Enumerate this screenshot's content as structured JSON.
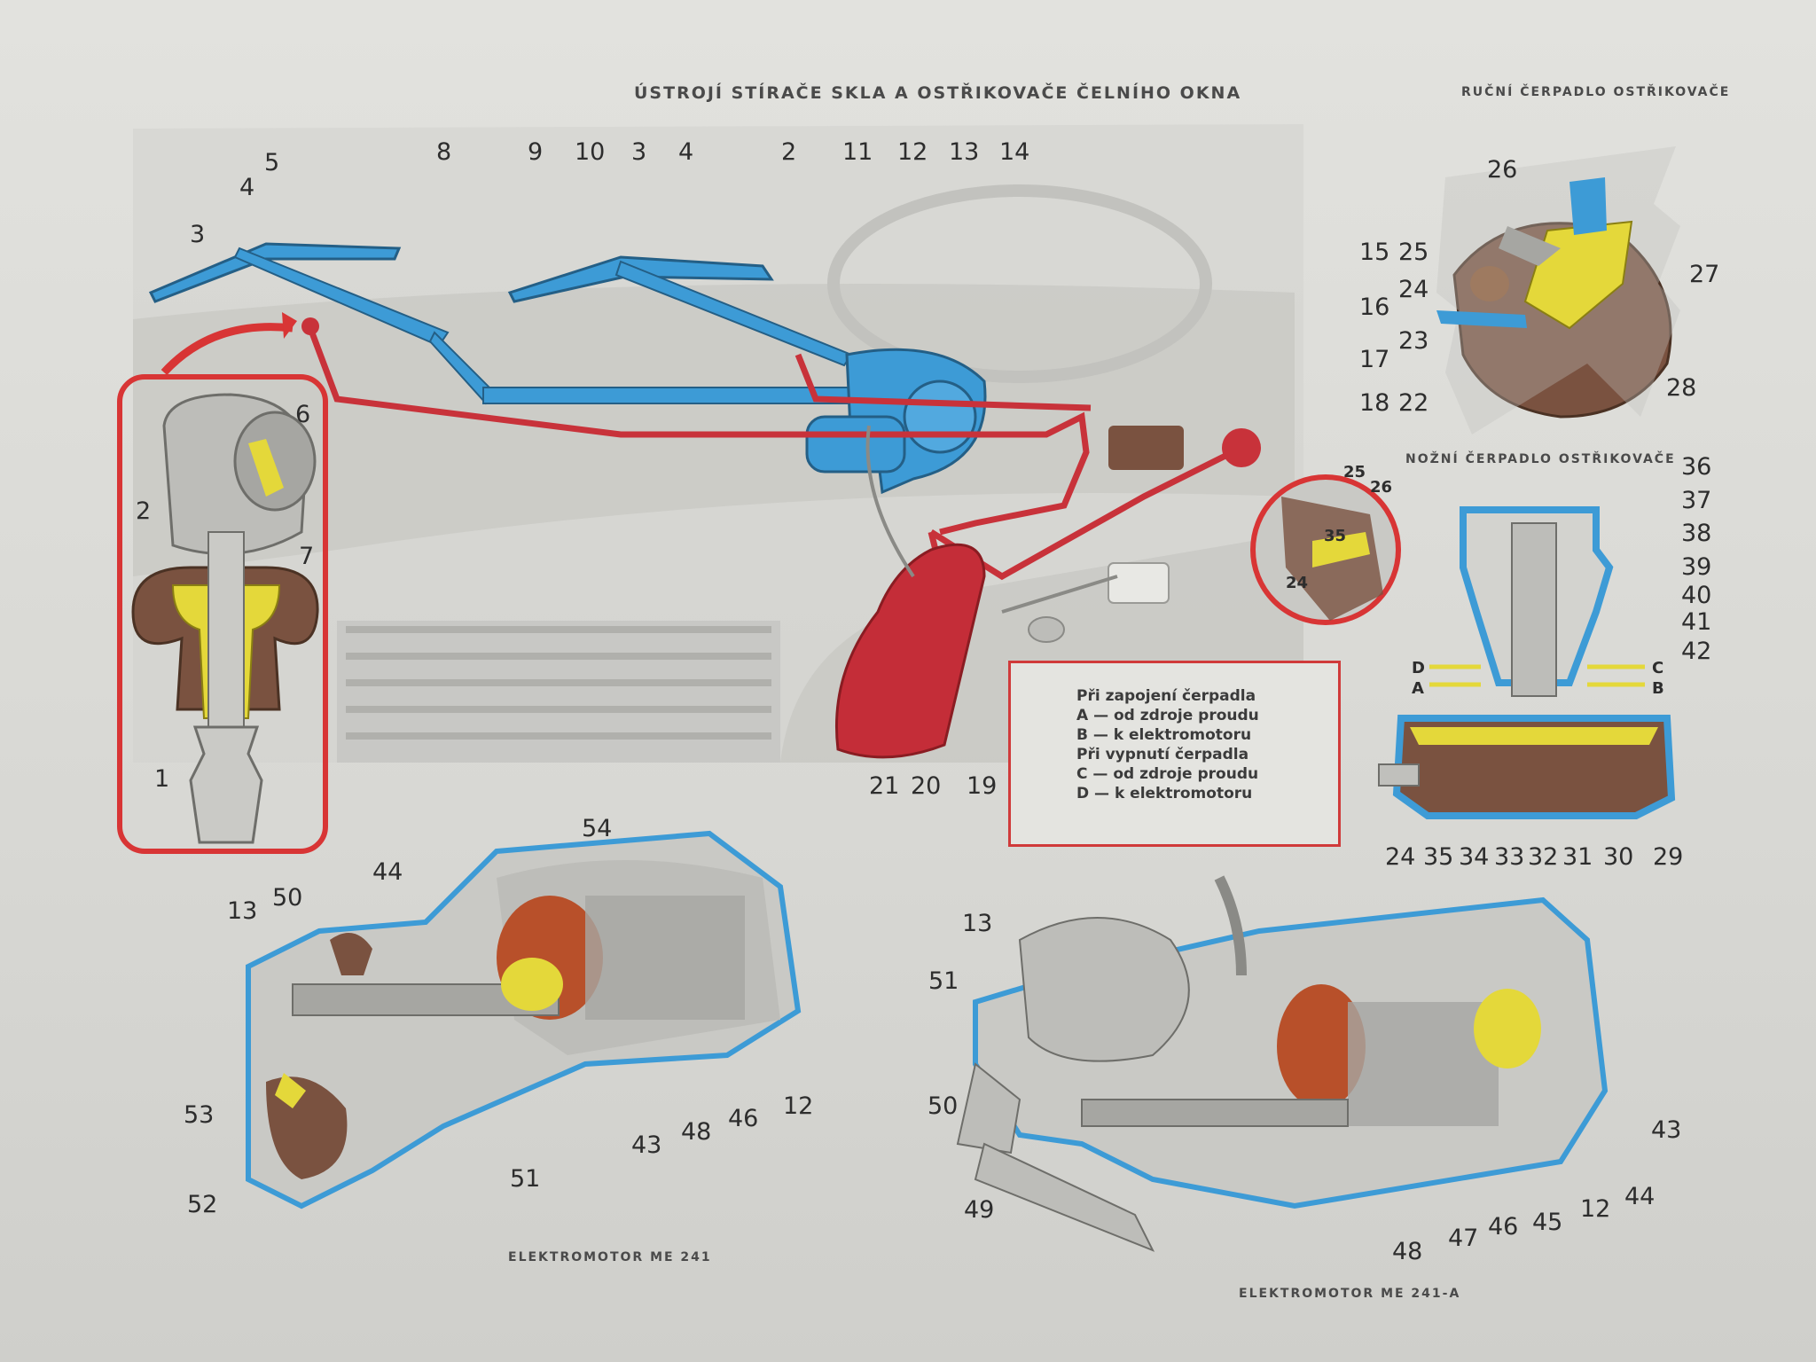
{
  "titles": {
    "main": "ÚSTROJÍ STÍRAČE SKLA A OSTŘIKOVAČE ČELNÍHO OKNA",
    "hand_pump": "RUČNÍ ČERPADLO OSTŘIKOVAČE",
    "foot_pump": "NOŽNÍ ČERPADLO OSTŘIKOVAČE",
    "motor_left": "ELEKTROMOTOR ME 241",
    "motor_right": "ELEKTROMOTOR ME 241-A"
  },
  "legend": {
    "on_heading": "Při zapojení čerpadla",
    "on_a": "A — od zdroje proudu",
    "on_b": "B — k elektromotoru",
    "off_heading": "Při vypnutí čerpadla",
    "off_c": "C — od zdroje proudu",
    "off_d": "D — k elektromotoru"
  },
  "labels": {
    "l5": "5",
    "l4a": "4",
    "l3a": "3",
    "l8": "8",
    "l9": "9",
    "l10": "10",
    "l3b": "3",
    "l4b": "4",
    "l2": "2",
    "l11": "11",
    "l12": "12",
    "l13": "13",
    "l14": "14",
    "l15": "15",
    "l16": "16",
    "l17": "17",
    "l18": "18",
    "l21": "21",
    "l20": "20",
    "l19": "19",
    "n6": "6",
    "n2": "2",
    "n7": "7",
    "n1": "1",
    "h26": "26",
    "h25": "25",
    "h24": "24",
    "h27": "27",
    "h23": "23",
    "h22": "22",
    "h28": "28",
    "c25": "25",
    "c26": "26",
    "c35": "35",
    "c24": "24",
    "f36": "36",
    "f37": "37",
    "f38": "38",
    "f39": "39",
    "f40": "40",
    "f41": "41",
    "f42": "42",
    "fD": "D",
    "fA": "A",
    "fC": "C",
    "fB": "B",
    "f24": "24",
    "f35": "35",
    "f34": "34",
    "f33": "33",
    "f32": "32",
    "f31": "31",
    "f30": "30",
    "f29": "29",
    "m54": "54",
    "m44": "44",
    "m13": "13",
    "m50": "50",
    "m53": "53",
    "m52": "52",
    "m51": "51",
    "m43": "43",
    "m48": "48",
    "m46": "46",
    "m12": "12",
    "r13": "13",
    "r51": "51",
    "r50": "50",
    "r49": "49",
    "r48": "48",
    "r47": "47",
    "r46": "46",
    "r45": "45",
    "r12": "12",
    "r44": "44",
    "r43": "43"
  },
  "colors": {
    "blue": "#3d9bd6",
    "red": "#c8323a",
    "yellow": "#e4d83a",
    "brown": "#7a5240",
    "copper": "#b8502a"
  }
}
